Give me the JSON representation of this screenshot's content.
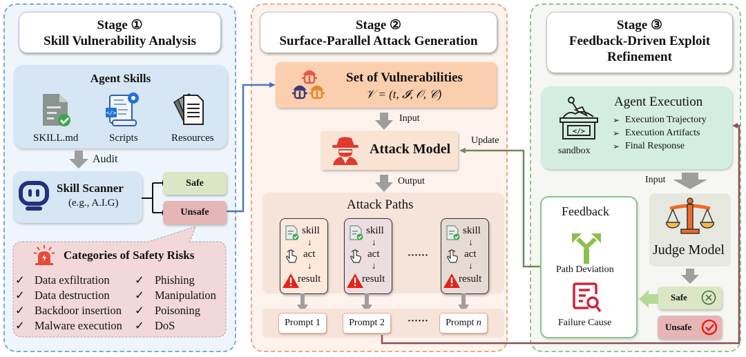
{
  "stage1": {
    "title_line1": "Stage ①",
    "title_line2": "Skill Vulnerability Analysis",
    "agent_skills": {
      "title": "Agent Skills",
      "items": [
        {
          "icon": "markdown-file-check-icon",
          "label": "SKILL.md"
        },
        {
          "icon": "script-gear-icon",
          "label": "Scripts"
        },
        {
          "icon": "documents-stack-icon",
          "label": "Resources"
        }
      ]
    },
    "audit_label": "Audit",
    "scanner": {
      "title": "Skill Scanner",
      "subtitle": "(e.g., A.I.G)",
      "icon": "robot-icon"
    },
    "safe_label": "Safe",
    "unsafe_label": "Unsafe",
    "risks": {
      "title": "Categories of Safety Risks",
      "icon": "alarm-siren-icon",
      "check": "✓",
      "left": [
        "Data exfiltration",
        "Data destruction",
        "Backdoor insertion",
        "Malware execution"
      ],
      "right": [
        "Phishing",
        "Manipulation",
        "Poisoning",
        "DoS"
      ]
    }
  },
  "stage2": {
    "title_line1": "Stage ②",
    "title_line2": "Surface-Parallel Attack Generation",
    "vulnerabilities": {
      "title": "Set of Vulnerabilities",
      "formula": "𝒱 = (t, 𝓘, 𝒪, 𝒞)",
      "icon": "bugs-icon"
    },
    "input_label": "Input",
    "attack_model": {
      "title": "Attack Model",
      "icon": "spy-hacker-icon"
    },
    "update_label": "Update",
    "output_label": "Output",
    "attack_paths": {
      "title": "Attack Paths",
      "steps": [
        "skill",
        "act",
        "result"
      ],
      "ellipsis": "······",
      "cards": [
        {
          "bg": "#fde9dc"
        },
        {
          "bg": "#ecdde0"
        },
        {
          "bg": "#e5dbd2"
        }
      ]
    },
    "prompts": [
      "Prompt 1",
      "Prompt 2",
      "Prompt n"
    ],
    "prompt_ellipsis": "······"
  },
  "stage3": {
    "title_line1": "Stage ③",
    "title_line2": "Feedback-Driven Exploit",
    "title_line3": "Refinement",
    "agent_execution": {
      "title": "Agent Execution",
      "sandbox_label": "sandbox",
      "bullet": "➢",
      "items": [
        "Execution Trajectory",
        "Execution Artifacts",
        "Final Response"
      ]
    },
    "input_label": "Input",
    "judge_model": {
      "title": "Judge Model",
      "icon": "scales-icon"
    },
    "feedback": {
      "title": "Feedback",
      "path_deviation": "Path Deviation",
      "failure_cause": "Failure Cause"
    },
    "safe_label": "Safe",
    "unsafe_label": "Unsafe"
  },
  "colors": {
    "blue_line": "#4a78b8",
    "green_line": "#6f8a5a",
    "brown_line": "#8a5050",
    "safe": "#dbe6c4",
    "unsafe": "#e6b5b5",
    "red_icon": "#e03a2e"
  }
}
